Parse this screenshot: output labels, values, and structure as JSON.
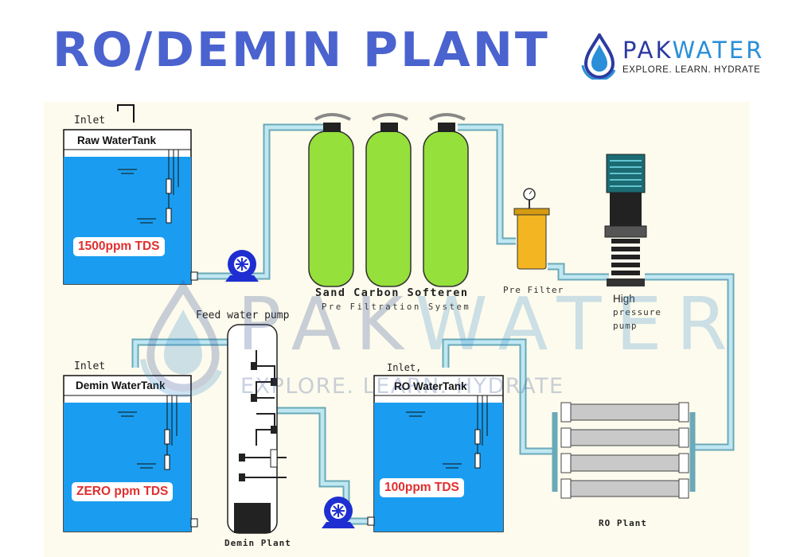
{
  "title": "RO/DEMIN PLANT",
  "logo": {
    "brand_pak": "PAK",
    "brand_water": "WATER",
    "tagline": "EXPLORE. LEARN. HYDRATE"
  },
  "watermark": {
    "brand_pak": "PAK",
    "brand_water": "WATER",
    "tagline": "EXPLORE. LEARN. HYDRATE"
  },
  "tanks": {
    "raw": {
      "inlet": "Inlet",
      "label": "Raw WaterTank",
      "tds": "1500ppm TDS"
    },
    "demin": {
      "inlet": "Inlet",
      "label": "Demin WaterTank",
      "tds": "ZERO ppm TDS"
    },
    "ro": {
      "inlet": "Inlet,",
      "label": "RO WaterTank",
      "tds": "100ppm TDS"
    }
  },
  "labels": {
    "softener": "Sand Carbon Softeren",
    "prefiltration": "Pre Filtration System",
    "pre_filter": "Pre Filter",
    "high": "High",
    "pressure": "pressure",
    "pump": "pump",
    "feed_pump": "Feed water pump",
    "demin_plant": "Demin Plant",
    "ro_plant": "RO Plant"
  },
  "colors": {
    "title": "#4a63cf",
    "water": "#1a9df0",
    "pipe": "#a8dce8",
    "vessel": "#95e03a",
    "pump": "#1f2ed0",
    "prefilter": "#f3b521",
    "tds_text": "#e02f2f"
  }
}
